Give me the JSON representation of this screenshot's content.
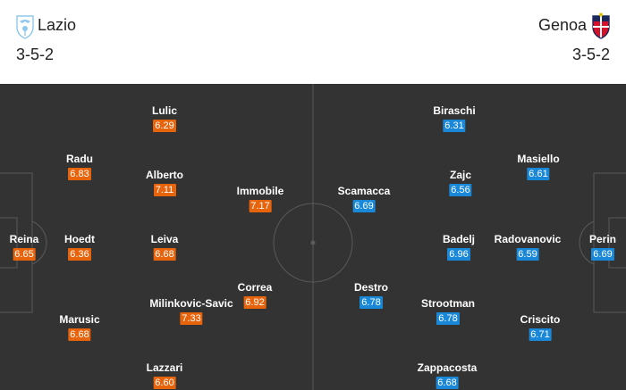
{
  "home": {
    "name": "Lazio",
    "formation": "3-5-2",
    "rating_color": "#e8640c",
    "crest_icon": "lazio-eagle-crest",
    "players": [
      {
        "name": "Reina",
        "rating": "6.65"
      },
      {
        "name": "Radu",
        "rating": "6.83"
      },
      {
        "name": "Hoedt",
        "rating": "6.36"
      },
      {
        "name": "Marusic",
        "rating": "6.68"
      },
      {
        "name": "Lulic",
        "rating": "6.29"
      },
      {
        "name": "Alberto",
        "rating": "7.11"
      },
      {
        "name": "Leiva",
        "rating": "6.68"
      },
      {
        "name": "Milinkovic-Savic",
        "rating": "7.33"
      },
      {
        "name": "Lazzari",
        "rating": "6.60"
      },
      {
        "name": "Immobile",
        "rating": "7.17"
      },
      {
        "name": "Correa",
        "rating": "6.92"
      }
    ]
  },
  "away": {
    "name": "Genoa",
    "formation": "3-5-2",
    "rating_color": "#1a88d8",
    "crest_icon": "genoa-griffin-crest",
    "players": [
      {
        "name": "Perin",
        "rating": "6.69"
      },
      {
        "name": "Masiello",
        "rating": "6.61"
      },
      {
        "name": "Radovanovic",
        "rating": "6.59"
      },
      {
        "name": "Criscito",
        "rating": "6.71"
      },
      {
        "name": "Biraschi",
        "rating": "6.31"
      },
      {
        "name": "Zajc",
        "rating": "6.56"
      },
      {
        "name": "Badelj",
        "rating": "6.96"
      },
      {
        "name": "Strootman",
        "rating": "6.78"
      },
      {
        "name": "Zappacosta",
        "rating": "6.68"
      },
      {
        "name": "Scamacca",
        "rating": "6.69"
      },
      {
        "name": "Destro",
        "rating": "6.78"
      }
    ]
  }
}
